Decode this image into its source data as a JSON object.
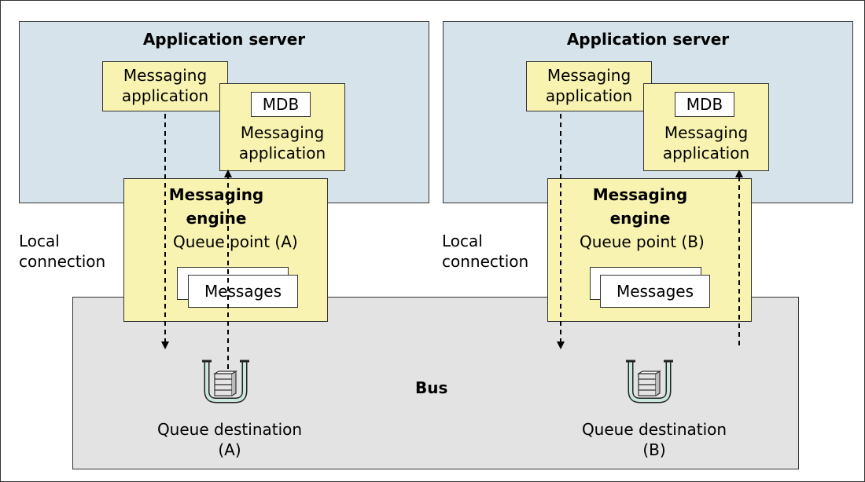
{
  "bus_label": "Bus",
  "servers": [
    {
      "title": "Application server",
      "sender_app": [
        "Messaging",
        "application"
      ],
      "mdb_label": "MDB",
      "receiver_app": [
        "Messaging",
        "application"
      ],
      "engine_title": [
        "Messaging",
        "engine"
      ],
      "queue_point": "Queue point (A)",
      "messages": "Messages",
      "connection": [
        "Local",
        "connection"
      ],
      "queue_destination": [
        "Queue destination",
        "(A)"
      ]
    },
    {
      "title": "Application server",
      "sender_app": [
        "Messaging",
        "application"
      ],
      "mdb_label": "MDB",
      "receiver_app": [
        "Messaging",
        "application"
      ],
      "engine_title": [
        "Messaging",
        "engine"
      ],
      "queue_point": "Queue point (B)",
      "messages": "Messages",
      "connection": [
        "Local",
        "connection"
      ],
      "queue_destination": [
        "Queue destination",
        "(B)"
      ]
    }
  ],
  "colors": {
    "server_fill": "#d6e3ea",
    "bus_fill": "#e3e3e3",
    "component_fill": "#f8f3b0",
    "queue_fill": "#c9e6df"
  }
}
